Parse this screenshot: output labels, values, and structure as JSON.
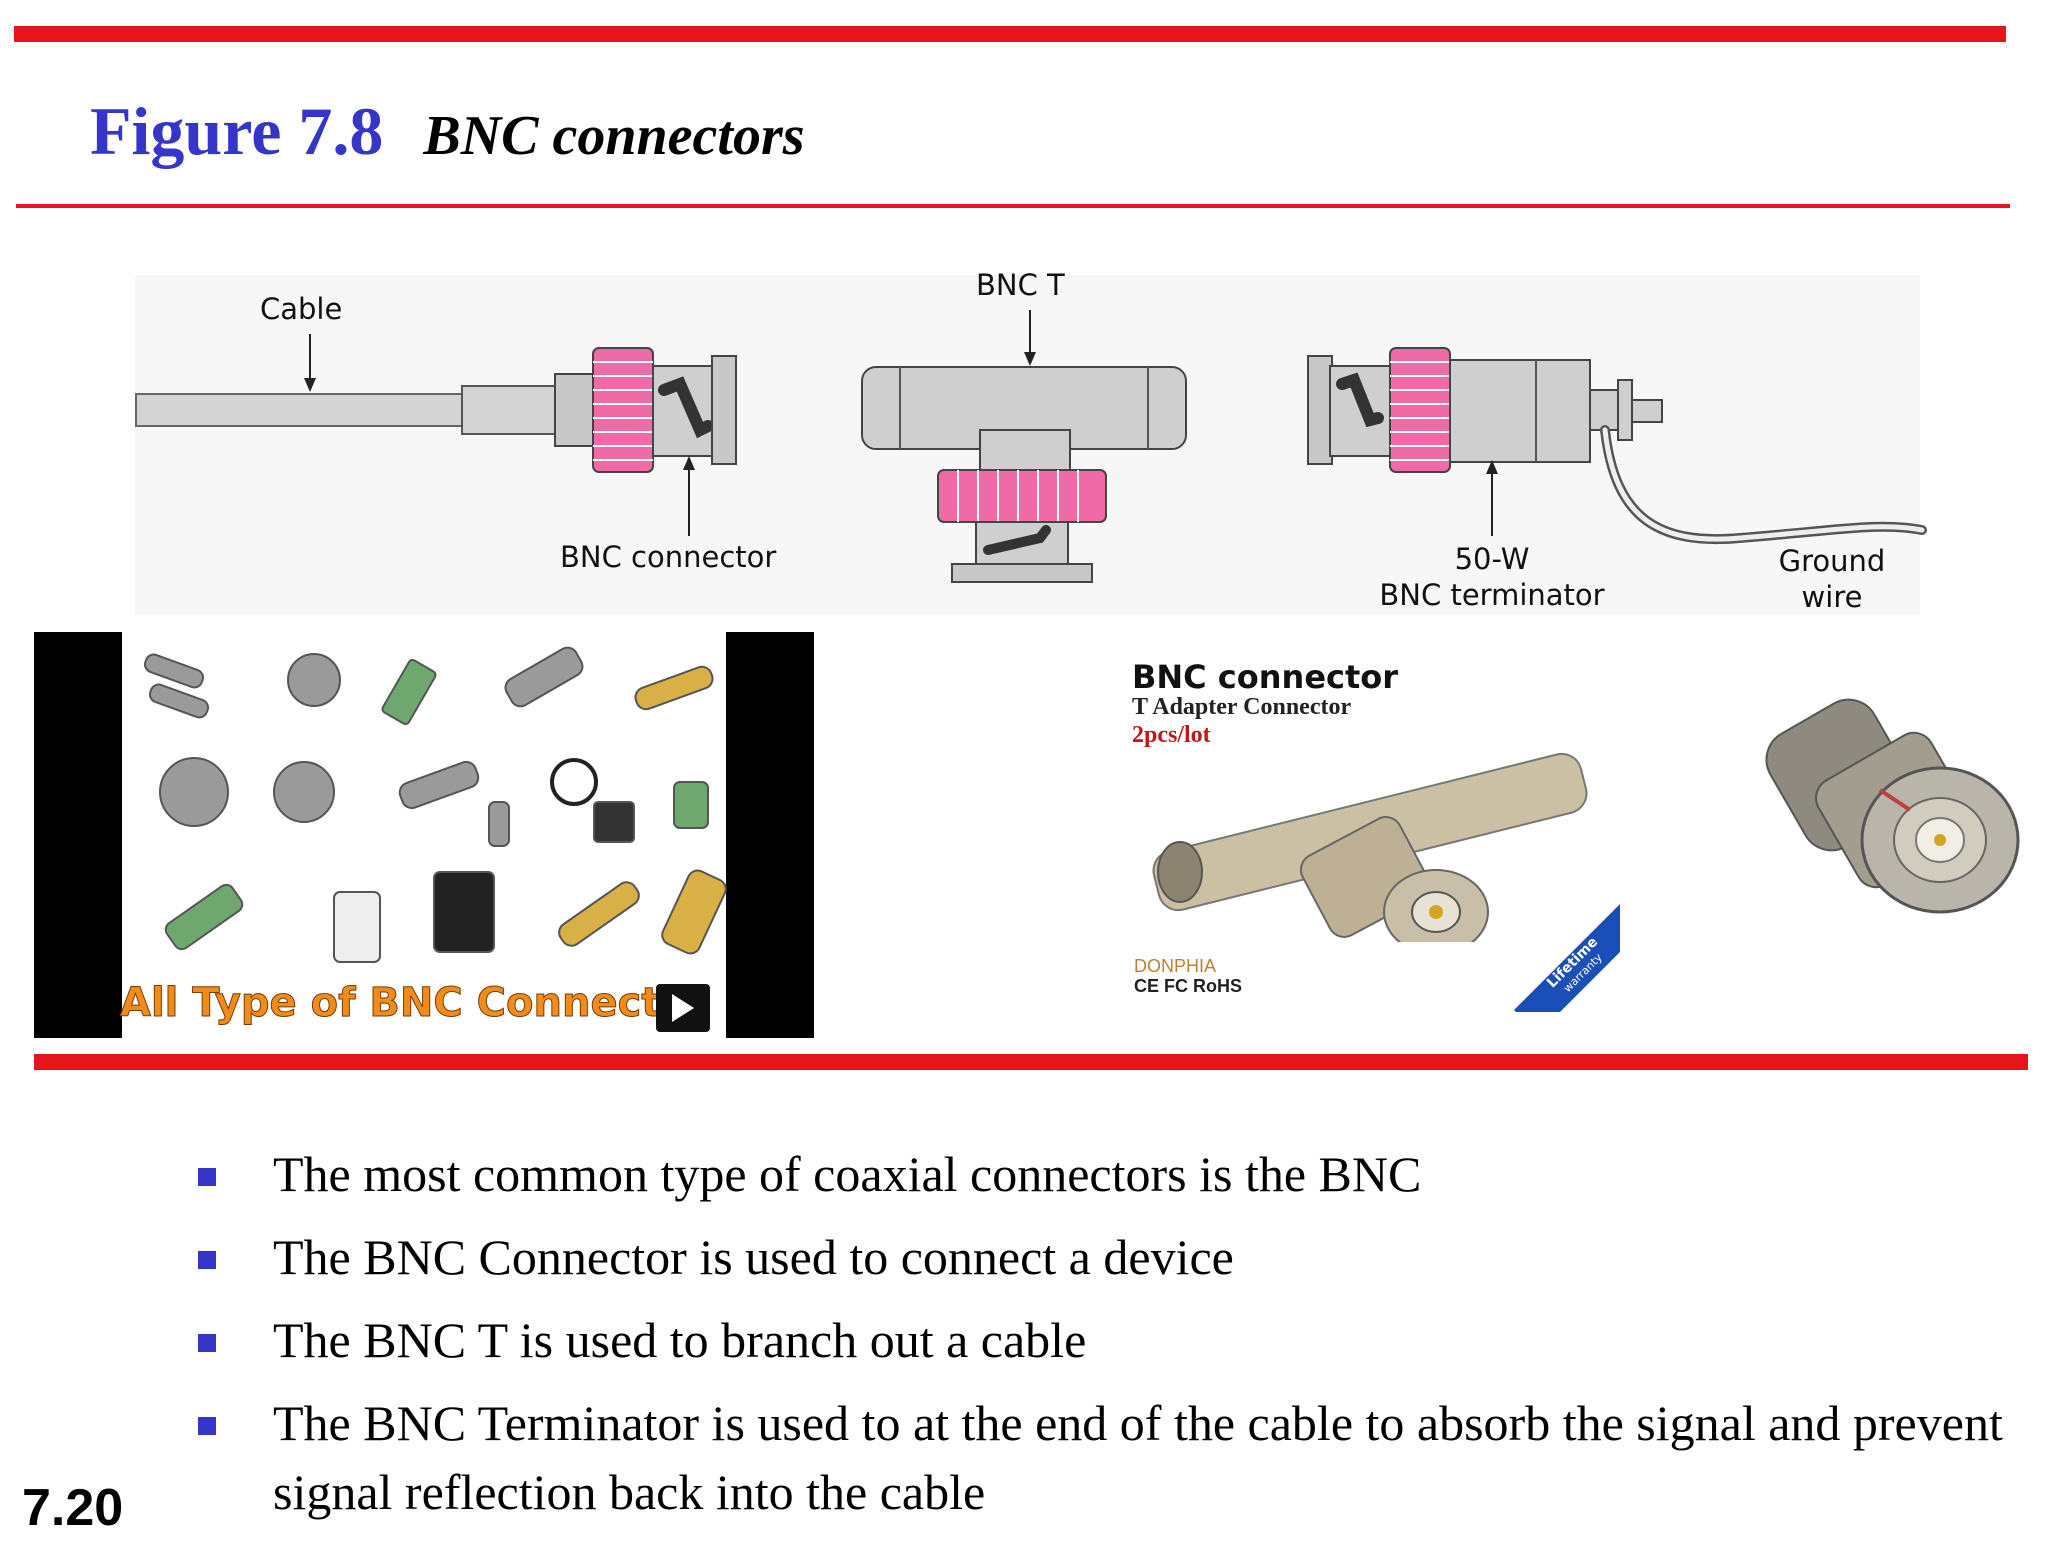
{
  "slide": {
    "figure_number": "Figure 7.8",
    "figure_caption": "BNC connectors",
    "page_number": "7.20"
  },
  "diagram": {
    "labels": {
      "cable": "Cable",
      "bnc_connector": "BNC connector",
      "bnc_t": "BNC T",
      "terminator_rating": "50-W",
      "terminator_name": "BNC terminator",
      "ground_wire_line1": "Ground",
      "ground_wire_line2": "wire"
    }
  },
  "photos": {
    "collage_banner": "All Type of BNC Connector",
    "product": {
      "title": "BNC connector",
      "subtitle": "T Adapter Connector",
      "quantity": "2pcs/lot",
      "brand": "DONPHIA",
      "marks": "CE FC RoHS",
      "ribbon_line1": "Lifetime",
      "ribbon_line2": "warranty"
    }
  },
  "bullets": [
    {
      "text": "The most common type of coaxial connectors is the BNC"
    },
    {
      "text": "The BNC Connector is used to connect a device"
    },
    {
      "text": "The BNC T is used to branch out a cable"
    },
    {
      "text": "The BNC Terminator is used to at the end of the cable to absorb the signal and prevent signal reflection back into the cable"
    }
  ],
  "colors": {
    "rule_red": "#e8141b",
    "title_blue": "#3535c8",
    "connector_pink": "#f06aa8",
    "connector_gray": "#c8c8c8"
  }
}
